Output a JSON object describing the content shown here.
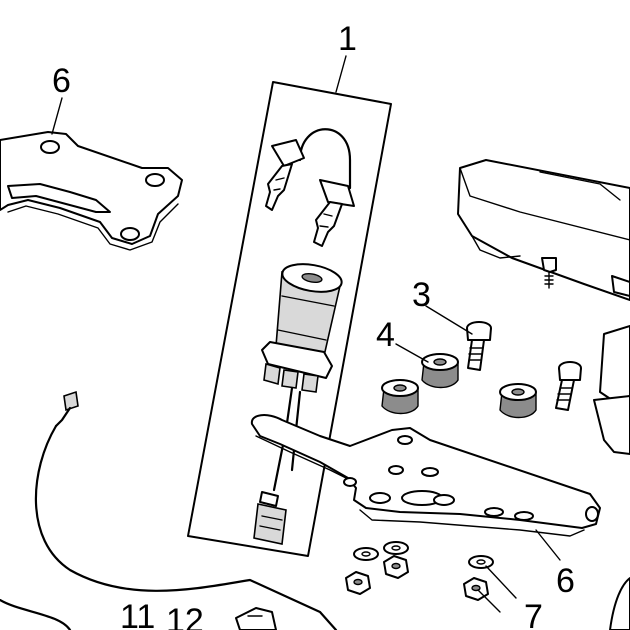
{
  "callouts": {
    "c1": "1",
    "c3": "3",
    "c4": "4",
    "c6_top": "6",
    "c6_bottom": "6",
    "c7": "7",
    "c11": "11",
    "c12": "12"
  },
  "parts": {
    "kit_panel": "ignition-switch-kit",
    "keys": "ignition-keys",
    "switch": "ignition-switch",
    "plate_top": "mounting-plate",
    "bracket": "instrument-bracket",
    "screws": "screws",
    "grommets": "rubber-grommets",
    "nuts": "nuts",
    "washers": "washers",
    "cable": "cable",
    "dashboard": "instrument-cluster"
  }
}
